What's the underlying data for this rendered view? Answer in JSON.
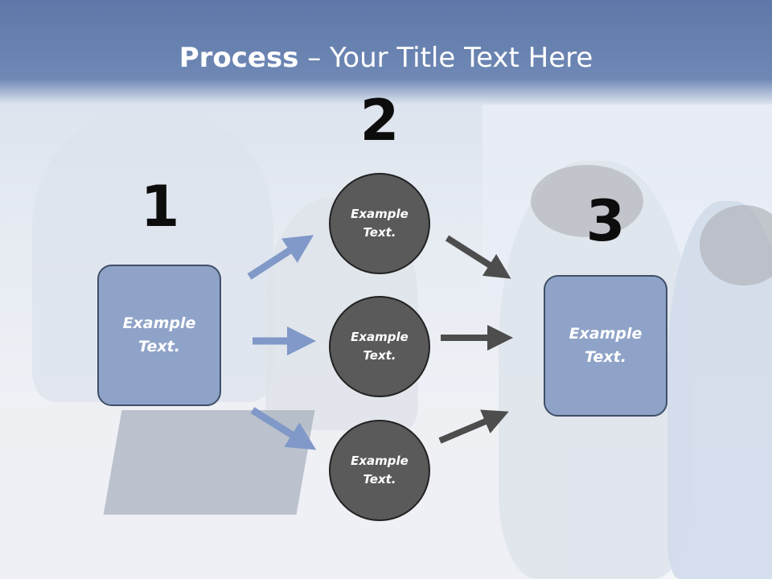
{
  "title": {
    "bold": "Process",
    "rest": " – Your Title Text Here"
  },
  "steps": {
    "one": "1",
    "two": "2",
    "three": "3"
  },
  "left_box": {
    "line1": "Example",
    "line2": "Text."
  },
  "circles": [
    {
      "line1": "Example",
      "line2": "Text."
    },
    {
      "line1": "Example",
      "line2": "Text."
    },
    {
      "line1": "Example",
      "line2": "Text."
    }
  ],
  "right_box": {
    "line1": "Example",
    "line2": "Text."
  },
  "colors": {
    "title_band": "#6f88b5",
    "box_fill": "#8fa3c8",
    "circle_fill": "#5a5a5a",
    "blue_arrow": "#8099c8",
    "gray_arrow": "#4d4d4d"
  }
}
